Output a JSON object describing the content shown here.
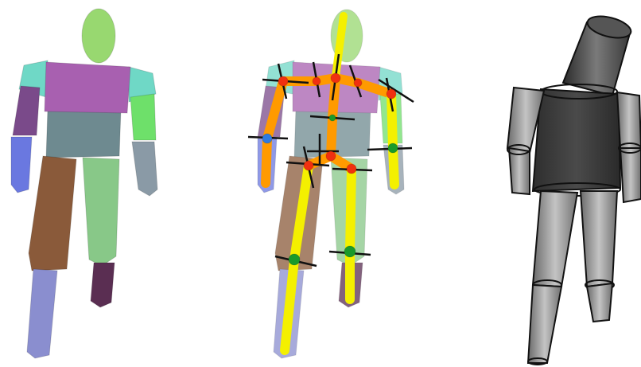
{
  "figure": {
    "panels": [
      {
        "id": "shaded-body-model"
      },
      {
        "id": "skeleton-overlay-model"
      },
      {
        "id": "textured-cylinder-model"
      }
    ]
  },
  "colors": {
    "head": "#98d870",
    "shoulder_left": "#6fd8c6",
    "shoulder_right": "#6fd8c6",
    "torso_upper": "#a860b0",
    "torso_lower": "#6e8a90",
    "upper_arm_left": "#7a4a8a",
    "forearm_left": "#6a78e0",
    "upper_arm_right": "#6ee06a",
    "forearm_right": "#8a9aa6",
    "thigh_left": "#8a5a3a",
    "shin_left": "#8a8ecf",
    "thigh_right": "#88c888",
    "shin_right": "#5a2e52",
    "bone_orange": "#ff9a00",
    "bone_yellow": "#f4f000",
    "joint_red": "#f03010",
    "joint_green": "#1a9a2a",
    "joint_blue": "#2e7ae0",
    "tick_black": "#111111",
    "texture_dark": "#3c3c3c",
    "texture_mid": "#8a8a8a",
    "texture_light": "#c8c8c8"
  },
  "icons": [
    "body-model-icon",
    "skeleton-joint-icon",
    "cylinder-limb-icon"
  ]
}
